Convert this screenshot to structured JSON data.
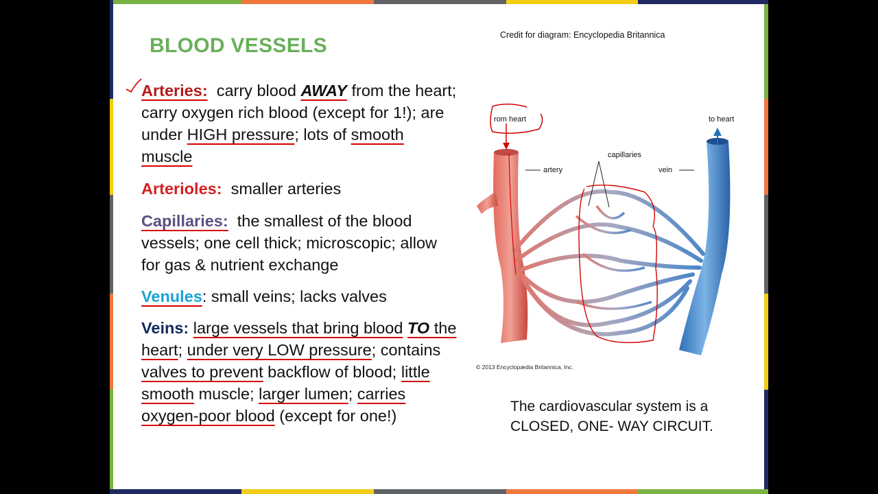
{
  "slide": {
    "title": "BLOOD VESSELS",
    "credit": "Credit for diagram: Encyclopedia Britannica",
    "colors": {
      "title_green": "#6aaf5a",
      "arteries_red": "#b01c1c",
      "arterioles_red": "#d42020",
      "capillaries_purple": "#5a4f80",
      "venules_cyan": "#1aa3d8",
      "veins_navy": "#142a5e",
      "ink_red": "#d40000",
      "border_green": "#7ab342",
      "border_orange": "#f07840",
      "border_gray": "#5f6366",
      "border_yellow": "#f2cd16",
      "border_navy": "#1f2a63"
    },
    "definitions": {
      "arteries": {
        "term": "Arteries:",
        "p1": "  carry blood ",
        "away": "AWAY",
        "p2": " from the heart; carry oxygen rich blood (except for 1!); are under ",
        "high": "HIGH pressure",
        "p3": "; lots of ",
        "smooth": "smooth muscle"
      },
      "arterioles": {
        "term": "Arterioles:",
        "desc": "  smaller arteries"
      },
      "capillaries": {
        "term": "Capillaries:",
        "desc": "  the smallest of the blood vessels; one cell thick; microscopic; allow for gas & nutrient exchange"
      },
      "venules": {
        "term": "Venules",
        "desc": ": small veins; lacks valves"
      },
      "veins": {
        "term": "Veins:",
        "p1": " ",
        "large": "large vessels that bring blood",
        "to": "TO",
        "heart": " the heart",
        "p2": "; ",
        "low": "under very LOW pressure",
        "p3": "; contains ",
        "valves": "valves to prevent",
        "p4": " backflow of blood; ",
        "little": "little smooth",
        "p5": " muscle; ",
        "lumen": "larger lumen",
        "p6": "; ",
        "carries": "carries oxygen-poor blood",
        "p7": " (except for one!)"
      }
    },
    "diagram": {
      "labels": {
        "from_heart": "rom heart",
        "to_heart": "to heart",
        "artery": "artery",
        "vein": "vein",
        "capillaries": "capillaries"
      },
      "copyright": "© 2013 Encyclopædia Britannica, Inc."
    },
    "summary": {
      "line1": "The cardiovascular system is a",
      "line2": "CLOSED, ONE- WAY CIRCUIT."
    }
  }
}
